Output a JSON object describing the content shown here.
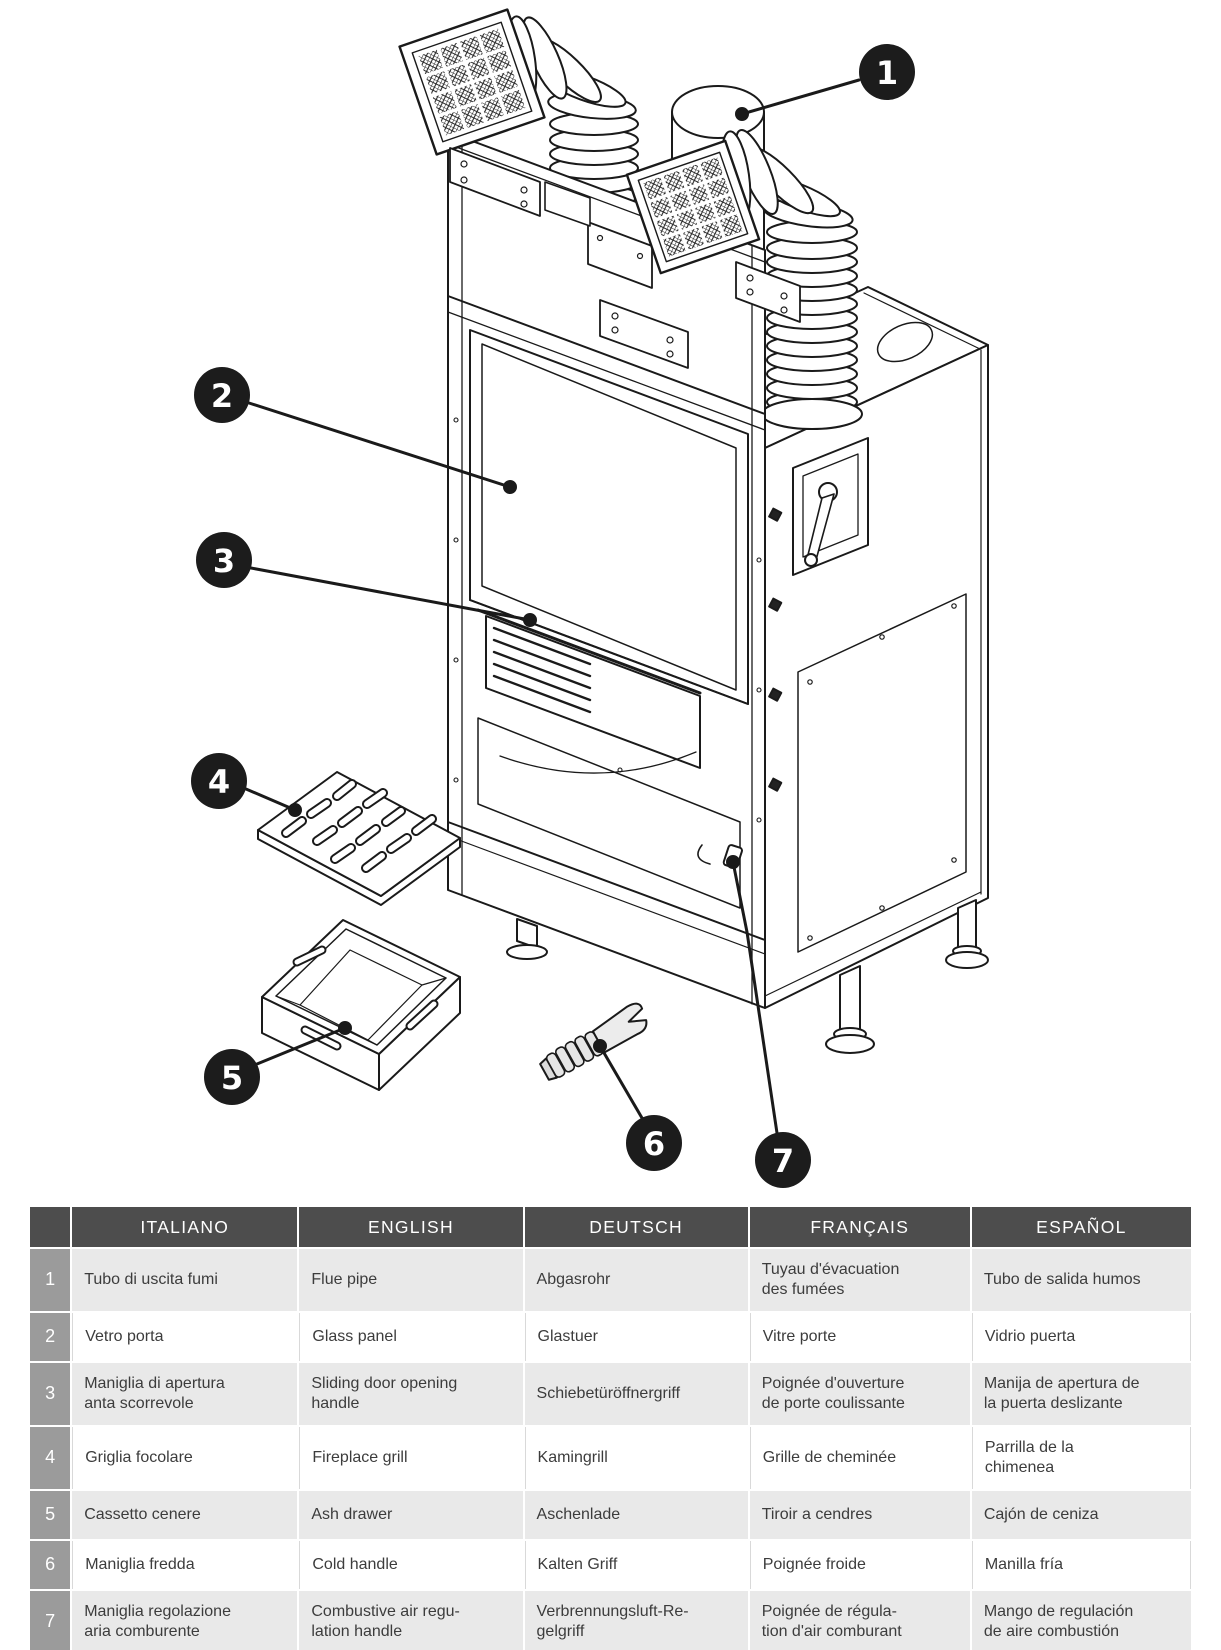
{
  "diagram": {
    "title": "fireplace-insert-exploded-view",
    "callouts": [
      {
        "n": "1",
        "target": "flue-pipe"
      },
      {
        "n": "2",
        "target": "glass-panel"
      },
      {
        "n": "3",
        "target": "sliding-door-opening-handle"
      },
      {
        "n": "4",
        "target": "fireplace-grill"
      },
      {
        "n": "5",
        "target": "ash-drawer"
      },
      {
        "n": "6",
        "target": "cold-handle"
      },
      {
        "n": "7",
        "target": "combustive-air-regulation-handle"
      }
    ],
    "colors": {
      "line": "#1a1a1a",
      "callout_bg": "#1c1c1c",
      "callout_text": "#ffffff"
    }
  },
  "table": {
    "headers": {
      "num": "",
      "it": "ITALIANO",
      "en": "ENGLISH",
      "de": "DEUTSCH",
      "fr": "FRANÇAIS",
      "es": "ESPAÑOL"
    },
    "colors": {
      "header_bg": "#4d4d4d",
      "num_col_bg": "#9b9b9b",
      "row_alt_bg": "#e9e9e9",
      "text": "#3c3c3c"
    },
    "rows": [
      {
        "num": "1",
        "it": "Tubo di uscita fumi",
        "en": "Flue pipe",
        "de": "Abgasrohr",
        "fr": "Tuyau d'évacuation\ndes fumées",
        "es": "Tubo de salida humos"
      },
      {
        "num": "2",
        "it": "Vetro porta",
        "en": "Glass panel",
        "de": "Glastuer",
        "fr": "Vitre porte",
        "es": "Vidrio puerta"
      },
      {
        "num": "3",
        "it": "Maniglia di apertura\nanta scorrevole",
        "en": "Sliding door opening\nhandle",
        "de": "Schiebetüröffnergriff",
        "fr": "Poignée d'ouverture\nde porte coulissante",
        "es": "Manija de apertura de\nla puerta deslizante"
      },
      {
        "num": "4",
        "it": "Griglia focolare",
        "en": "Fireplace grill",
        "de": "Kamingrill",
        "fr": "Grille de cheminée",
        "es": "Parrilla de la\nchimenea"
      },
      {
        "num": "5",
        "it": "Cassetto cenere",
        "en": "Ash drawer",
        "de": "Aschenlade",
        "fr": "Tiroir a cendres",
        "es": "Cajón de ceniza"
      },
      {
        "num": "6",
        "it": "Maniglia fredda",
        "en": "Cold handle",
        "de": "Kalten Griff",
        "fr": "Poignée froide",
        "es": "Manilla fría"
      },
      {
        "num": "7",
        "it": "Maniglia regolazione\naria comburente",
        "en": "Combustive air regu-\nlation handle",
        "de": "Verbrennungsluft-Re-\ngelgriff",
        "fr": "Poignée de régula-\ntion d'air comburant",
        "es": "Mango de regulación\nde aire combustión"
      }
    ]
  }
}
